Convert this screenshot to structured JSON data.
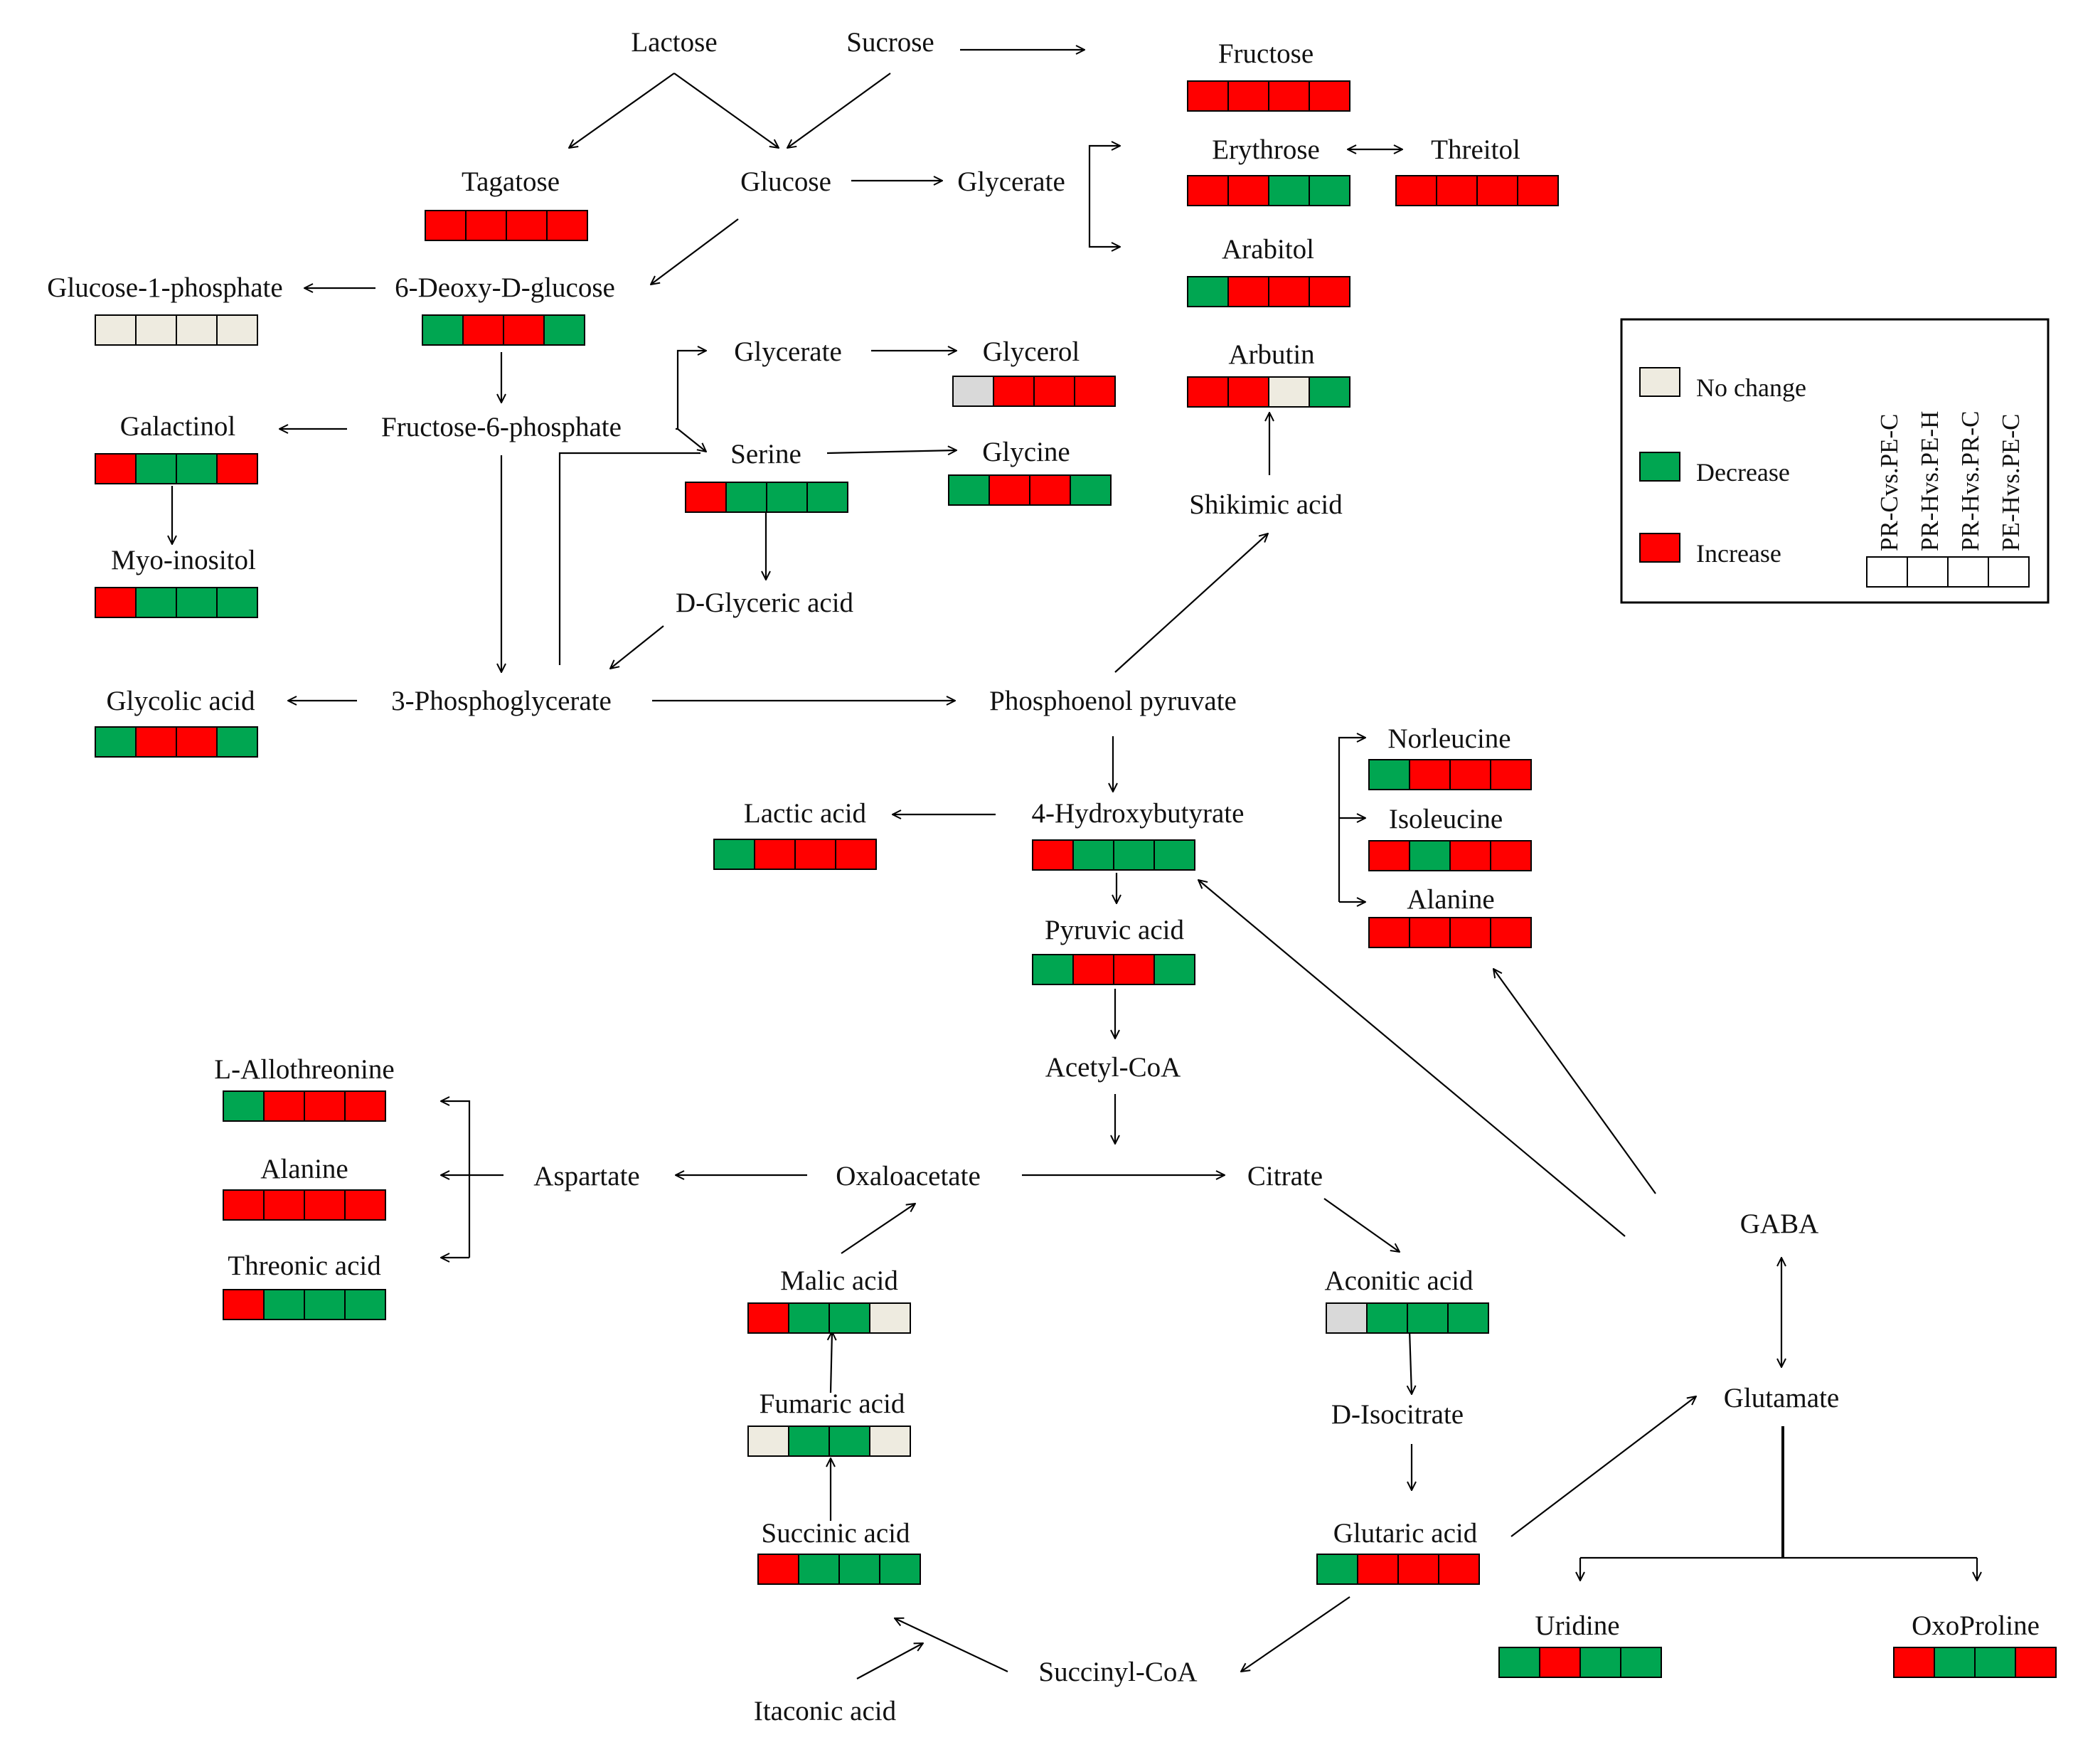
{
  "colors": {
    "increase": "#FF0000",
    "decrease": "#00A651",
    "no_change": "#EEEBE0",
    "missing": "#D9D9D9",
    "line": "#000000"
  },
  "legend": {
    "items": [
      {
        "key": "no_change",
        "label": "No change"
      },
      {
        "key": "decrease",
        "label": "Decrease"
      },
      {
        "key": "increase",
        "label": "Increase"
      }
    ],
    "comparisons": [
      "PR-Cvs.PE-C",
      "PR-Hvs.PE-H",
      "PR-Hvs.PR-C",
      "PE-Hvs.PE-C"
    ]
  },
  "labels": {
    "lactose": "Lactose",
    "sucrose": "Sucrose",
    "glucose": "Glucose",
    "glycerate_top": "Glycerate",
    "glycerate_mid": "Glycerate",
    "fructose6p": "Fructose-6-phosphate",
    "threepg": "3-Phosphoglycerate",
    "pep": "Phosphoenol pyruvate",
    "shikimic": "Shikimic acid",
    "dglyceric": "D-Glyceric acid",
    "acetylcoa": "Acetyl-CoA",
    "aspartate": "Aspartate",
    "oxaloacetate": "Oxaloacetate",
    "citrate": "Citrate",
    "disocitrate": "D-Isocitrate",
    "gaba": "GABA",
    "glutamate": "Glutamate",
    "succinylcoa": "Succinyl-CoA",
    "itaconic": "Itaconic acid"
  },
  "metabolites": {
    "fructose": {
      "name": "Fructose",
      "states": [
        "increase",
        "increase",
        "increase",
        "increase"
      ]
    },
    "erythrose": {
      "name": "Erythrose",
      "states": [
        "increase",
        "increase",
        "decrease",
        "decrease"
      ]
    },
    "threitol": {
      "name": "Threitol",
      "states": [
        "increase",
        "increase",
        "increase",
        "increase"
      ]
    },
    "arabitol": {
      "name": "Arabitol",
      "states": [
        "decrease",
        "increase",
        "increase",
        "increase"
      ]
    },
    "arbutin": {
      "name": "Arbutin",
      "states": [
        "increase",
        "increase",
        "no_change",
        "decrease"
      ]
    },
    "tagatose": {
      "name": "Tagatose",
      "states": [
        "increase",
        "increase",
        "increase",
        "increase"
      ]
    },
    "glucose1p": {
      "name": "Glucose-1-phosphate",
      "states": [
        "no_change",
        "no_change",
        "no_change",
        "no_change"
      ]
    },
    "deoxyglucose": {
      "name": "6-Deoxy-D-glucose",
      "states": [
        "decrease",
        "increase",
        "increase",
        "decrease"
      ]
    },
    "glycerol": {
      "name": "Glycerol",
      "states": [
        "missing",
        "increase",
        "increase",
        "increase"
      ]
    },
    "glycine": {
      "name": "Glycine",
      "states": [
        "decrease",
        "increase",
        "increase",
        "decrease"
      ]
    },
    "serine": {
      "name": "Serine",
      "states": [
        "increase",
        "decrease",
        "decrease",
        "decrease"
      ]
    },
    "galactinol": {
      "name": "Galactinol",
      "states": [
        "increase",
        "decrease",
        "decrease",
        "increase"
      ]
    },
    "myoinositol": {
      "name": "Myo-inositol",
      "states": [
        "increase",
        "decrease",
        "decrease",
        "decrease"
      ]
    },
    "glycolic": {
      "name": "Glycolic acid",
      "states": [
        "decrease",
        "increase",
        "increase",
        "decrease"
      ]
    },
    "lactic": {
      "name": "Lactic acid",
      "states": [
        "decrease",
        "increase",
        "increase",
        "increase"
      ]
    },
    "hydroxybutyrate": {
      "name": "4-Hydroxybutyrate",
      "states": [
        "increase",
        "decrease",
        "decrease",
        "decrease"
      ]
    },
    "pyruvic": {
      "name": "Pyruvic acid",
      "states": [
        "decrease",
        "increase",
        "increase",
        "decrease"
      ]
    },
    "norleucine": {
      "name": "Norleucine",
      "states": [
        "decrease",
        "increase",
        "increase",
        "increase"
      ]
    },
    "isoleucine": {
      "name": "Isoleucine",
      "states": [
        "increase",
        "decrease",
        "increase",
        "increase"
      ]
    },
    "alanine_right": {
      "name": "Alanine",
      "states": [
        "increase",
        "increase",
        "increase",
        "increase"
      ]
    },
    "allothreonine": {
      "name": "L-Allothreonine",
      "states": [
        "decrease",
        "increase",
        "increase",
        "increase"
      ]
    },
    "alanine_left": {
      "name": "Alanine",
      "states": [
        "increase",
        "increase",
        "increase",
        "increase"
      ]
    },
    "threonic": {
      "name": "Threonic acid",
      "states": [
        "increase",
        "decrease",
        "decrease",
        "decrease"
      ]
    },
    "malic": {
      "name": "Malic acid",
      "states": [
        "increase",
        "decrease",
        "decrease",
        "no_change"
      ]
    },
    "fumaric": {
      "name": "Fumaric acid",
      "states": [
        "no_change",
        "decrease",
        "decrease",
        "no_change"
      ]
    },
    "succinic": {
      "name": "Succinic acid",
      "states": [
        "increase",
        "decrease",
        "decrease",
        "decrease"
      ]
    },
    "aconitic": {
      "name": "Aconitic acid",
      "states": [
        "missing",
        "decrease",
        "decrease",
        "decrease"
      ]
    },
    "glutaric": {
      "name": "Glutaric acid",
      "states": [
        "decrease",
        "increase",
        "increase",
        "increase"
      ]
    },
    "uridine": {
      "name": "Uridine",
      "states": [
        "decrease",
        "increase",
        "decrease",
        "decrease"
      ]
    },
    "oxoproline": {
      "name": "OxoProline",
      "states": [
        "increase",
        "decrease",
        "decrease",
        "increase"
      ]
    }
  }
}
